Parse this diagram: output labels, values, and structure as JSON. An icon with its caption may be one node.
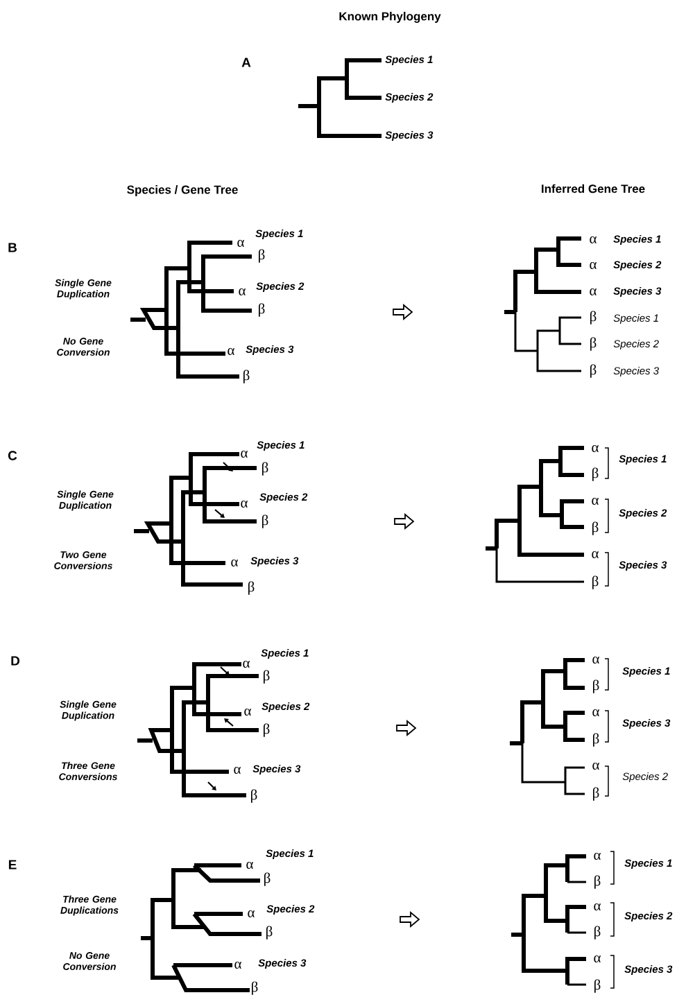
{
  "diagram": {
    "title": "Known Phylogeny",
    "labels": [
      "A",
      "Species 1",
      "Species 2",
      "Species 3",
      "Species / Gene Tree",
      "Inferred Gene Tree",
      "B",
      "α",
      "Species 1",
      "β",
      "Single Gene Duplication",
      "α",
      "Species 2",
      "β",
      "No Gene Conversion",
      "α",
      "Species 3",
      "β",
      "α",
      "Species 1",
      "α",
      "Species 2",
      "α",
      "Species 3",
      "β",
      "Species 1",
      "β",
      "Species 2",
      "β",
      "Species 3",
      "C",
      "Species 1",
      "α",
      "β",
      "Single Gene Duplication",
      "α",
      "Species 2",
      "β",
      "Two Gene Conversions",
      "α",
      "Species 3",
      "β",
      "α",
      "Species 1",
      "β",
      "α",
      "Species 2",
      "β",
      "α",
      "Species 3",
      "β",
      "D",
      "Species 1",
      "α",
      "β",
      "Single Gene Duplication",
      "Species 2",
      "α",
      "β",
      "Three Gene Conversions",
      "α",
      "Species 3",
      "β",
      "α",
      "Species 1",
      "β",
      "α",
      "Species 3",
      "β",
      "α",
      "Species 2",
      "β",
      "E",
      "Species 1",
      "α",
      "β",
      "Three Gene Duplications",
      "Species 2",
      "α",
      "β",
      "No Gene Conversion",
      "α",
      "Species 3",
      "β",
      "α",
      "Species 1",
      "β",
      "α",
      "Species 2",
      "β",
      "α",
      "Species 3",
      "β"
    ]
  }
}
